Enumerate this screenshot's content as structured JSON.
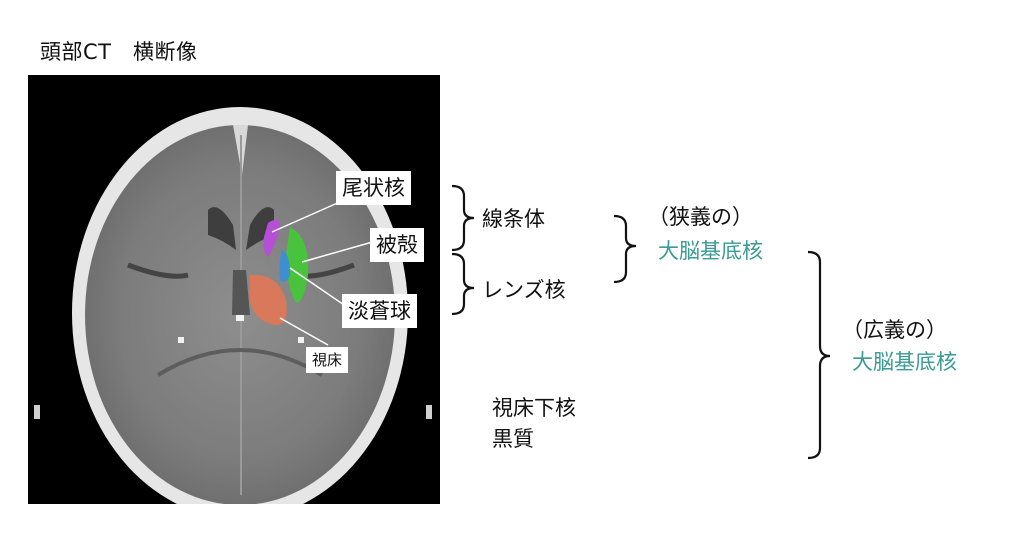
{
  "title": "頭部CT　横断像",
  "labels": {
    "caudate": "尾状核",
    "putamen": "被殻",
    "globus_pallidus": "淡蒼球",
    "thalamus": "視床"
  },
  "groups": {
    "striatum": "線条体",
    "lentiform": "レンズ核",
    "narrow_prefix": "（狭義の）",
    "narrow_name": "大脳基底核",
    "broad_prefix": "（広義の）",
    "broad_name": "大脳基底核",
    "subthalamic": "視床下核",
    "substantia_nigra": "黒質"
  },
  "colors": {
    "caudate": "#b44fd6",
    "putamen": "#49c23e",
    "globus_pallidus": "#3f8fd0",
    "thalamus": "#d9785a",
    "accent": "#3a9a94"
  }
}
